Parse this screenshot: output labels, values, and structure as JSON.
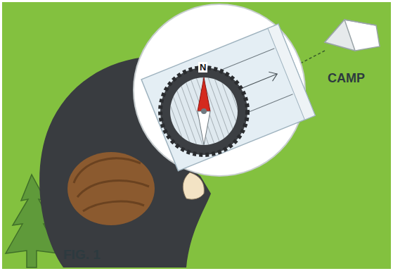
{
  "diagram": {
    "labels": [
      "CAMP",
      "FIG. 1",
      "N"
    ]
  }
}
